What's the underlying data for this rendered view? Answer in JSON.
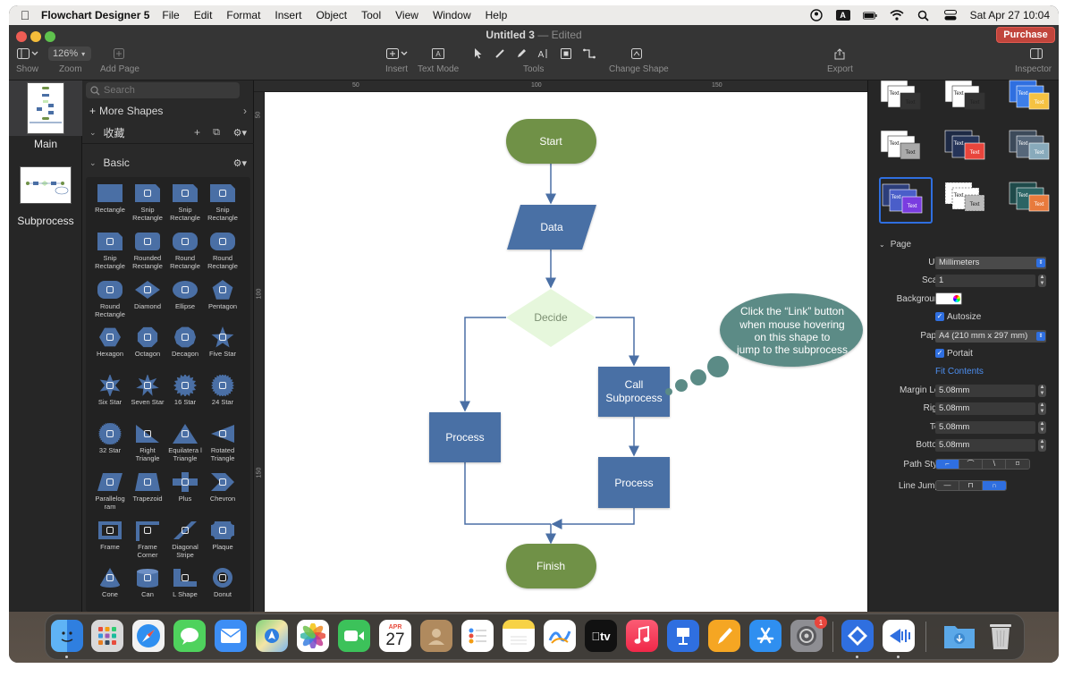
{
  "menubar": {
    "app_name": "Flowchart Designer 5",
    "items": [
      "File",
      "Edit",
      "Format",
      "Insert",
      "Object",
      "Tool",
      "View",
      "Window",
      "Help"
    ],
    "input_badge": "A",
    "datetime": "Sat Apr 27  10:04"
  },
  "window": {
    "title": "Untitled 3",
    "title_sep": " — ",
    "title_status": "Edited",
    "purchase_label": "Purchase"
  },
  "toolbar": {
    "show_label": "Show",
    "zoom_value": "126%",
    "zoom_label": "Zoom",
    "add_page_label": "Add Page",
    "insert_label": "Insert",
    "text_mode_label": "Text Mode",
    "tools_label": "Tools",
    "change_shape_label": "Change Shape",
    "export_label": "Export",
    "inspector_label": "Inspector"
  },
  "pages": {
    "items": [
      {
        "label": "Main"
      },
      {
        "label": "Subprocess"
      }
    ]
  },
  "library": {
    "search_placeholder": "Search",
    "more_shapes": "More Shapes",
    "favorites": "收藏",
    "basic": "Basic",
    "shapes": [
      {
        "label": "Rectangle"
      },
      {
        "label": "Snip Rectangle"
      },
      {
        "label": "Snip Rectangle"
      },
      {
        "label": "Snip Rectangle"
      },
      {
        "label": "Snip Rectangle"
      },
      {
        "label": "Rounded Rectangle"
      },
      {
        "label": "Round Rectangle"
      },
      {
        "label": "Round Rectangle"
      },
      {
        "label": "Round Rectangle"
      },
      {
        "label": "Diamond"
      },
      {
        "label": "Ellipse"
      },
      {
        "label": "Pentagon"
      },
      {
        "label": "Hexagon"
      },
      {
        "label": "Octagon"
      },
      {
        "label": "Decagon"
      },
      {
        "label": "Five Star"
      },
      {
        "label": "Six Star"
      },
      {
        "label": "Seven Star"
      },
      {
        "label": "16 Star"
      },
      {
        "label": "24 Star"
      },
      {
        "label": "32 Star"
      },
      {
        "label": "Right Triangle"
      },
      {
        "label": "Equilatera l Triangle"
      },
      {
        "label": "Rotated Triangle"
      },
      {
        "label": "Parallelog ram"
      },
      {
        "label": "Trapezoid"
      },
      {
        "label": "Plus"
      },
      {
        "label": "Chevron"
      },
      {
        "label": "Frame"
      },
      {
        "label": "Frame Corner"
      },
      {
        "label": "Diagonal Stripe"
      },
      {
        "label": "Plaque"
      },
      {
        "label": "Cone"
      },
      {
        "label": "Can"
      },
      {
        "label": "L Shape"
      },
      {
        "label": "Donut"
      }
    ]
  },
  "ruler": {
    "h_ticks": [
      "50",
      "100",
      "150"
    ],
    "v_ticks": [
      "50",
      "100",
      "150"
    ]
  },
  "flowchart": {
    "start": "Start",
    "data": "Data",
    "decide": "Decide",
    "process_left": "Process",
    "call_subprocess_1": "Call",
    "call_subprocess_2": "Subprocess",
    "process_right": "Process",
    "finish": "Finish",
    "callout_1": "Click the “Link” button",
    "callout_2": "when mouse hovering",
    "callout_3": "on this shape to",
    "callout_4": "jump to the subprocess",
    "colors": {
      "terminal": "#6f9147",
      "process": "#4a6fa5",
      "decision": "#e6f7dc",
      "callout": "#5b8b86"
    }
  },
  "inspector": {
    "theme_text": "Text",
    "section": "Page",
    "unit_label": "Unit",
    "unit_value": "Millimeters",
    "scale_label": "Scale",
    "scale_value": "1",
    "background_label": "Background",
    "autosize_label": "Autosize",
    "paper_label": "Paper",
    "paper_value": "A4 (210 mm x 297 mm)",
    "portrait_label": "Portait",
    "fit_contents": "Fit Contents",
    "margin_left_label": "Margin Left",
    "margin_left_value": "5.08mm",
    "right_label": "Right",
    "right_value": "5.08mm",
    "top_label": "Top",
    "top_value": "5.08mm",
    "bottom_label": "Bottom",
    "bottom_value": "5.08mm",
    "path_style_label": "Path Style",
    "line_jumps_label": "Line Jumps"
  },
  "dock": {
    "calendar_month": "APR",
    "calendar_day": "27",
    "tv_label": "tv",
    "settings_badge": "1",
    "icons": [
      "finder-icon",
      "launchpad-icon",
      "safari-icon",
      "messages-icon",
      "mail-icon",
      "maps-icon",
      "photos-icon",
      "facetime-icon",
      "calendar-icon",
      "contacts-icon",
      "reminders-icon",
      "notes-icon",
      "freeform-icon",
      "appletv-icon",
      "music-icon",
      "keynote-icon",
      "pages-icon",
      "appstore-icon",
      "system-settings-icon",
      "flowchart-designer-icon",
      "voice-app-icon",
      "downloads-folder-icon",
      "trash-icon"
    ]
  }
}
